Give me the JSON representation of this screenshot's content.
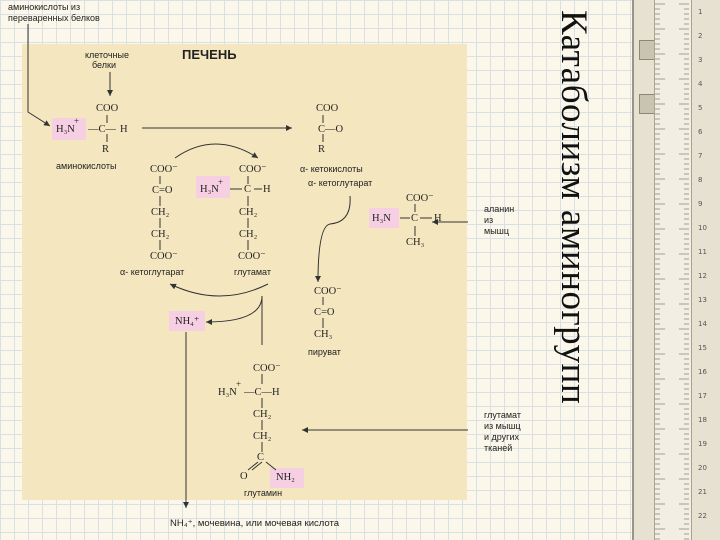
{
  "title": "Катаболизм аминогрупп",
  "top_note_line1": "аминокислоты из",
  "top_note_line2": "переваренных белков",
  "panel_title": "ПЕЧЕНЬ",
  "cell_proteins_line1": "клеточные",
  "cell_proteins_line2": "белки",
  "aa": {
    "coo": "COO",
    "h3n": "H₃N",
    "plus": "+",
    "c": "—C—",
    "h": "H",
    "r": "R",
    "label": "аминокислоты"
  },
  "keto_acid": {
    "coo": "COO",
    "c": "C—O",
    "r": "R",
    "label": "α- кетокислоты"
  },
  "akg_top_label": "α- кетоглутарат",
  "akg": {
    "coo": "COO⁻",
    "c": "C=O",
    "ch2a": "CH₂",
    "ch2b": "CH₂",
    "coo2": "COO⁻",
    "label": "α- кетоглутарат"
  },
  "glu": {
    "coo": "COO⁻",
    "h3n": "H₃N",
    "plus": "+",
    "c": "C",
    "h": "H",
    "ch2a": "CH₂",
    "ch2b": "CH₂",
    "coo2": "COO⁻",
    "label": "глутамат"
  },
  "alanine": {
    "coo": "COO⁻",
    "h3n": "H₃N",
    "c": "C",
    "h": "H",
    "ch3": "CH₃",
    "label_line1": "аланин",
    "label_line2": "из",
    "label_line3": "мышц"
  },
  "pyruvate": {
    "coo": "COO⁻",
    "c": "C=O",
    "ch3": "CH₃",
    "label": "пируват"
  },
  "nh4": "NH₄⁺",
  "glutamine": {
    "coo": "COO⁻",
    "h3n": "H₃N",
    "plus": "+",
    "c": "—C—H",
    "ch2a": "CH₂",
    "ch2b": "CH₂",
    "c2": "C",
    "o": "O",
    "nh2": "NH₂",
    "label": "глутамин"
  },
  "glu_other_line1": "глутамат",
  "glu_other_line2": "из мышц",
  "glu_other_line3": "и других",
  "glu_other_line4": "тканей",
  "bottom_note": "NH₄⁺, мочевина, или мочевая кислота",
  "ruler_numbers": [
    "1",
    "2",
    "3",
    "4",
    "5",
    "6",
    "7",
    "8",
    "9",
    "10",
    "11",
    "12",
    "13",
    "14",
    "15",
    "16",
    "17",
    "18",
    "19",
    "20",
    "21",
    "22"
  ],
  "colors": {
    "panel": "#f4e7c0",
    "highlight": "#f6cfe2",
    "grid": "#d9dfe2"
  }
}
